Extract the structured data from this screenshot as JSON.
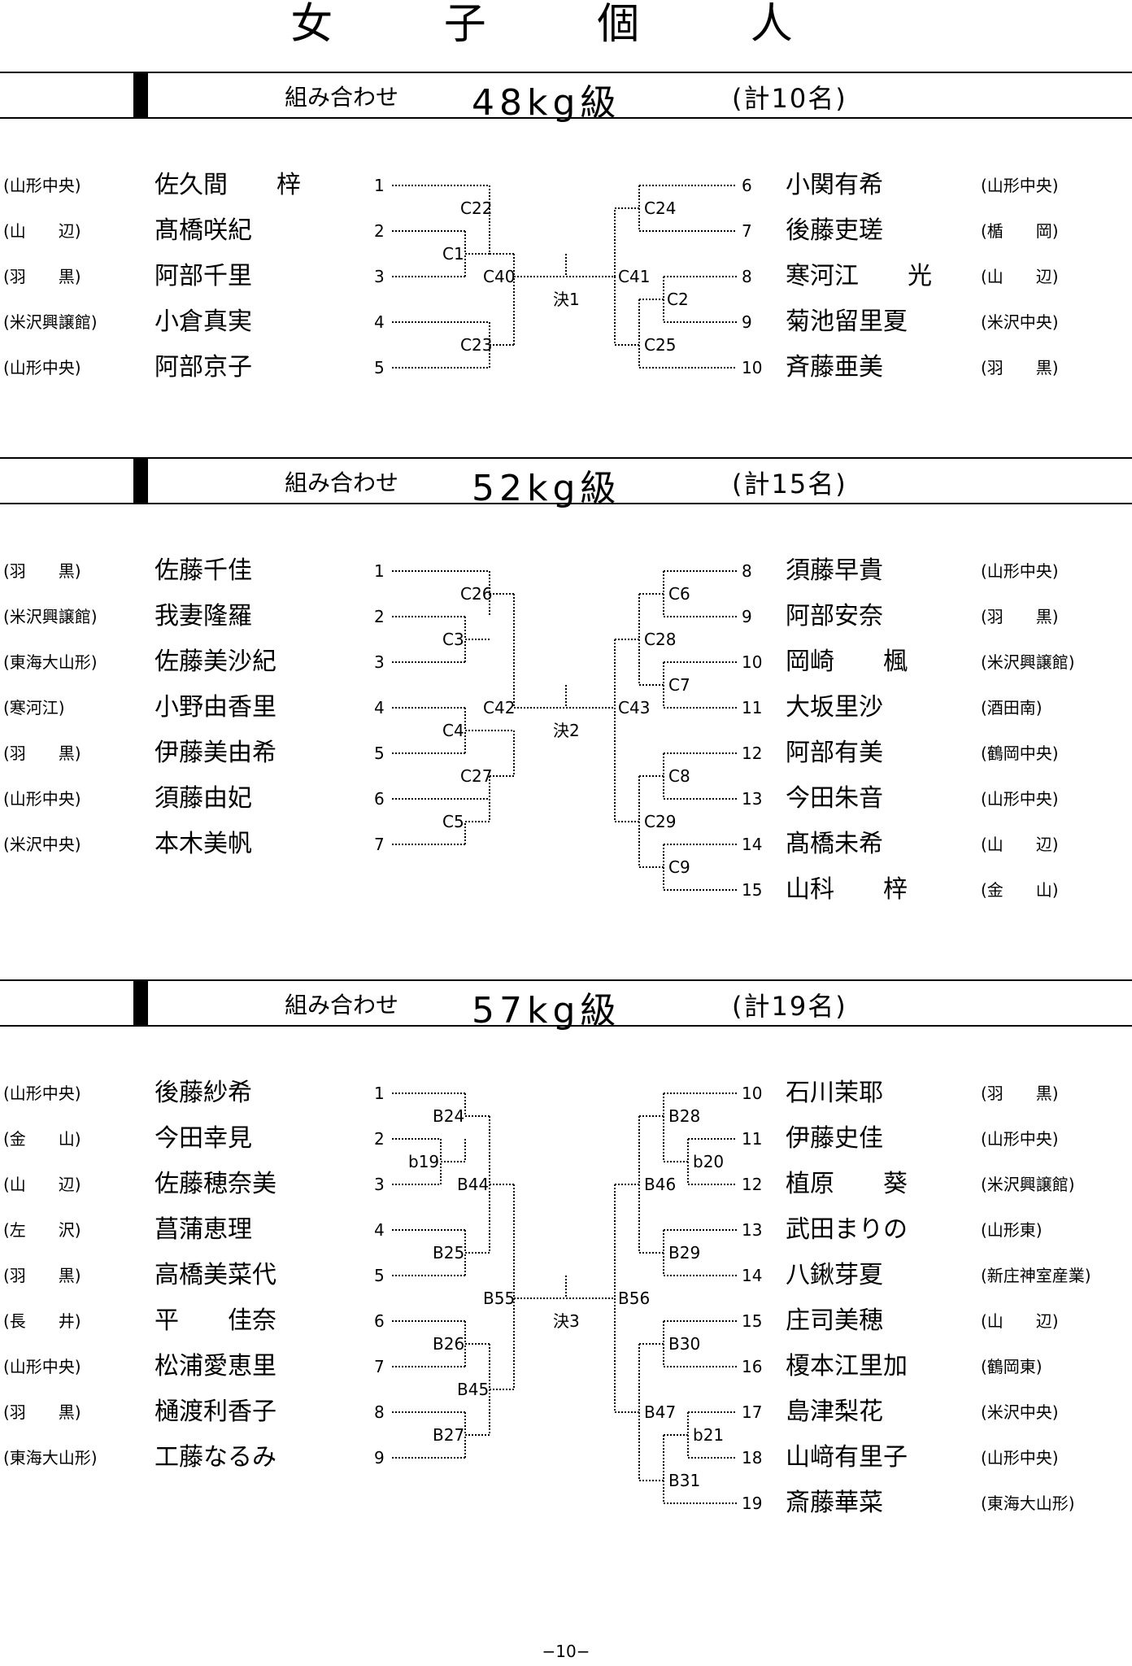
{
  "page_title": "女 子 個 人",
  "page_number": "−10−",
  "sections": [
    {
      "header": {
        "kumi": "組み合わせ",
        "weight": "48kg級",
        "count": "(計10名)"
      },
      "left": [
        {
          "club": "(山形中央)",
          "name": "佐久間　　梓",
          "num": "1"
        },
        {
          "club": "(山　　辺)",
          "name": "髙橋咲紀",
          "num": "2"
        },
        {
          "club": "(羽　　黒)",
          "name": "阿部千里",
          "num": "3"
        },
        {
          "club": "(米沢興譲館)",
          "name": "小倉真実",
          "num": "4"
        },
        {
          "club": "(山形中央)",
          "name": "阿部京子",
          "num": "5"
        }
      ],
      "right": [
        {
          "num": "6",
          "name": "小関有希",
          "club": "(山形中央)"
        },
        {
          "num": "7",
          "name": "後藤吏瑳",
          "club": "(楯　　岡)"
        },
        {
          "num": "8",
          "name": "寒河江　　光",
          "club": "(山　　辺)"
        },
        {
          "num": "9",
          "name": "菊池留里夏",
          "club": "(米沢中央)"
        },
        {
          "num": "10",
          "name": "斉藤亜美",
          "club": "(羽　　黒)"
        }
      ],
      "labels": [
        "C22",
        "C1",
        "C23",
        "C40",
        "決1",
        "C41",
        "C24",
        "C2",
        "C25"
      ]
    },
    {
      "header": {
        "kumi": "組み合わせ",
        "weight": "52kg級",
        "count": "(計15名)"
      },
      "left": [
        {
          "club": "(羽　　黒)",
          "name": "佐藤千佳",
          "num": "1"
        },
        {
          "club": "(米沢興譲館)",
          "name": "我妻隆羅",
          "num": "2"
        },
        {
          "club": "(東海大山形)",
          "name": "佐藤美沙紀",
          "num": "3"
        },
        {
          "club": "(寒河江)",
          "name": "小野由香里",
          "num": "4"
        },
        {
          "club": "(羽　　黒)",
          "name": "伊藤美由希",
          "num": "5"
        },
        {
          "club": "(山形中央)",
          "name": "須藤由妃",
          "num": "6"
        },
        {
          "club": "(米沢中央)",
          "name": "本木美帆",
          "num": "7"
        }
      ],
      "right": [
        {
          "num": "8",
          "name": "須藤早貴",
          "club": "(山形中央)"
        },
        {
          "num": "9",
          "name": "阿部安奈",
          "club": "(羽　　黒)"
        },
        {
          "num": "10",
          "name": "岡崎　　楓",
          "club": "(米沢興譲館)"
        },
        {
          "num": "11",
          "name": "大坂里沙",
          "club": "(酒田南)"
        },
        {
          "num": "12",
          "name": "阿部有美",
          "club": "(鶴岡中央)"
        },
        {
          "num": "13",
          "name": "今田朱音",
          "club": "(山形中央)"
        },
        {
          "num": "14",
          "name": "髙橋未希",
          "club": "(山　　辺)"
        },
        {
          "num": "15",
          "name": "山科　　梓",
          "club": "(金　　山)"
        }
      ],
      "labels": [
        "C26",
        "C3",
        "C42",
        "C4",
        "C27",
        "C5",
        "決2",
        "C43",
        "C6",
        "C28",
        "C7",
        "C8",
        "C29",
        "C9"
      ]
    },
    {
      "header": {
        "kumi": "組み合わせ",
        "weight": "57kg級",
        "count": "(計19名)"
      },
      "left": [
        {
          "club": "(山形中央)",
          "name": "後藤紗希",
          "num": "1"
        },
        {
          "club": "(金　　山)",
          "name": "今田幸見",
          "num": "2"
        },
        {
          "club": "(山　　辺)",
          "name": "佐藤穂奈美",
          "num": "3"
        },
        {
          "club": "(左　　沢)",
          "name": "菖蒲恵理",
          "num": "4"
        },
        {
          "club": "(羽　　黒)",
          "name": "高橋美菜代",
          "num": "5"
        },
        {
          "club": "(長　　井)",
          "name": "平　　佳奈",
          "num": "6"
        },
        {
          "club": "(山形中央)",
          "name": "松浦愛恵里",
          "num": "7"
        },
        {
          "club": "(羽　　黒)",
          "name": "樋渡利香子",
          "num": "8"
        },
        {
          "club": "(東海大山形)",
          "name": "工藤なるみ",
          "num": "9"
        }
      ],
      "right": [
        {
          "num": "10",
          "name": "石川茉耶",
          "club": "(羽　　黒)"
        },
        {
          "num": "11",
          "name": "伊藤史佳",
          "club": "(山形中央)"
        },
        {
          "num": "12",
          "name": "植原　　葵",
          "club": "(米沢興譲館)"
        },
        {
          "num": "13",
          "name": "武田まりの",
          "club": "(山形東)"
        },
        {
          "num": "14",
          "name": "八鍬芽夏",
          "club": "(新庄神室産業)"
        },
        {
          "num": "15",
          "name": "庄司美穂",
          "club": "(山　　辺)"
        },
        {
          "num": "16",
          "name": "榎本江里加",
          "club": "(鶴岡東)"
        },
        {
          "num": "17",
          "name": "島津梨花",
          "club": "(米沢中央)"
        },
        {
          "num": "18",
          "name": "山﨑有里子",
          "club": "(山形中央)"
        },
        {
          "num": "19",
          "name": "斎藤華菜",
          "club": "(東海大山形)"
        }
      ],
      "labels": [
        "B24",
        "b19",
        "B44",
        "B25",
        "B55",
        "B26",
        "B45",
        "B27",
        "決3",
        "B56",
        "B28",
        "b20",
        "B46",
        "B29",
        "B30",
        "B47",
        "b21",
        "B31"
      ]
    }
  ]
}
